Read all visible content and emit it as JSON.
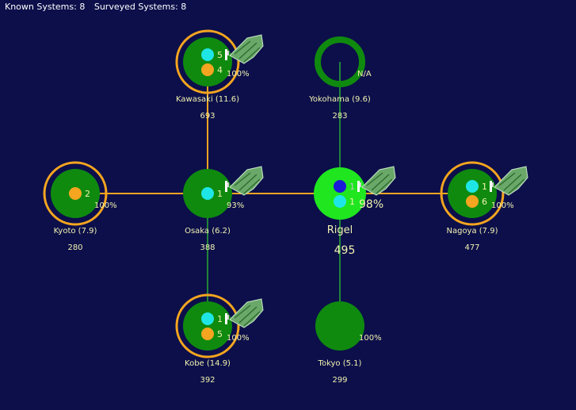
{
  "header": {
    "known_systems": "Known Systems: 8",
    "surveyed_systems": "Surveyed Systems: 8"
  },
  "colors": {
    "background": "#0c0f4a",
    "planet": "#0f8a0f",
    "selected_planet": "#1fe61f",
    "ring": "#f5a51f",
    "lane_orange": "#f5a51f",
    "lane_green": "#2fd22f",
    "label_text": "#f2f2b0",
    "cyan_dot": "#1fe6e6",
    "orange_dot": "#f5a51f",
    "blue_dot": "#1a1ad9"
  },
  "systems": [
    {
      "id": "kawasaki",
      "label": "Kawasaki (11.6)",
      "value": "693",
      "pct": "100%",
      "ring": true,
      "ship": true,
      "selected": false,
      "empty": false,
      "cyan": "5",
      "orange": "4",
      "blue": null
    },
    {
      "id": "yokohama",
      "label": "Yokohama (9.6)",
      "value": "283",
      "pct": "N/A",
      "ring": false,
      "ship": false,
      "selected": false,
      "empty": true,
      "cyan": null,
      "orange": null,
      "blue": null
    },
    {
      "id": "kyoto",
      "label": "Kyoto (7.9)",
      "value": "280",
      "pct": "100%",
      "ring": true,
      "ship": false,
      "selected": false,
      "empty": false,
      "cyan": null,
      "orange": "2",
      "blue": null
    },
    {
      "id": "osaka",
      "label": "Osaka (6.2)",
      "value": "388",
      "pct": "93%",
      "ring": false,
      "ship": true,
      "selected": false,
      "empty": false,
      "cyan": "1",
      "orange": null,
      "blue": null
    },
    {
      "id": "rigel",
      "label": "Rigel",
      "value": "495",
      "pct": "98%",
      "ring": false,
      "ship": true,
      "selected": true,
      "empty": false,
      "cyan": "1",
      "orange": null,
      "blue": "1"
    },
    {
      "id": "nagoya",
      "label": "Nagoya (7.9)",
      "value": "477",
      "pct": "100%",
      "ring": true,
      "ship": true,
      "selected": false,
      "empty": false,
      "cyan": "1",
      "orange": "6",
      "blue": null
    },
    {
      "id": "kobe",
      "label": "Kobe (14.9)",
      "value": "392",
      "pct": "100%",
      "ring": true,
      "ship": true,
      "selected": false,
      "empty": false,
      "cyan": "1",
      "orange": "5",
      "blue": null
    },
    {
      "id": "tokyo",
      "label": "Tokyo (5.1)",
      "value": "299",
      "pct": "100%",
      "ring": false,
      "ship": false,
      "selected": false,
      "empty": false,
      "cyan": null,
      "orange": null,
      "blue": null
    }
  ],
  "lanes": [
    {
      "from": "kyoto",
      "to": "osaka",
      "color": "orange"
    },
    {
      "from": "osaka",
      "to": "rigel",
      "color": "orange"
    },
    {
      "from": "rigel",
      "to": "nagoya",
      "color": "orange"
    },
    {
      "from": "kawasaki",
      "to": "osaka",
      "color": "orange"
    },
    {
      "from": "osaka",
      "to": "kobe",
      "color": "green"
    },
    {
      "from": "yokohama",
      "to": "rigel",
      "color": "green"
    },
    {
      "from": "rigel",
      "to": "tokyo",
      "color": "green"
    }
  ]
}
